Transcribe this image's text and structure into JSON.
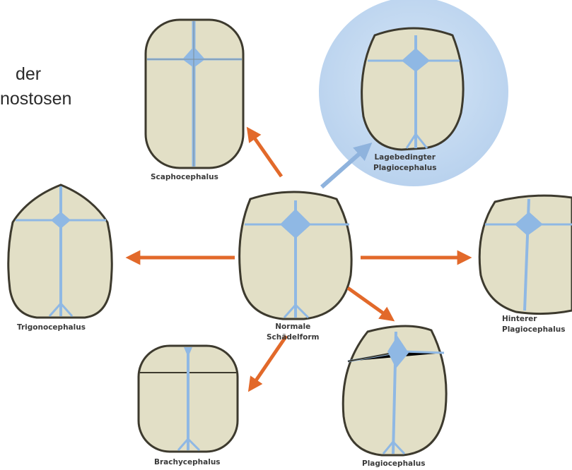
{
  "heading": {
    "line1": "der",
    "line2": "nostosen"
  },
  "labels": {
    "scaphocephalus": "Scaphocephalus",
    "lagebedingter_line1": "Lagebedingter",
    "lagebedingter_line2": "Plagiocephalus",
    "trigonocephalus": "Trigonocephalus",
    "normale_line1": "Normale",
    "normale_line2": "Schädelform",
    "hinterer_line1": "Hinterer",
    "hinterer_line2": "Plagiocephalus",
    "brachycephalus": "Brachycephalus",
    "plagiocephalus": "Plagiocephalus"
  },
  "colors": {
    "skull_fill": "#e2dfc6",
    "skull_outline": "#3d3a2e",
    "fontanelle": "#8fb8e4",
    "arrow_orange": "#e2692a",
    "arrow_blue": "#8fb3dd",
    "highlight_circle": "#c7dbf1"
  }
}
